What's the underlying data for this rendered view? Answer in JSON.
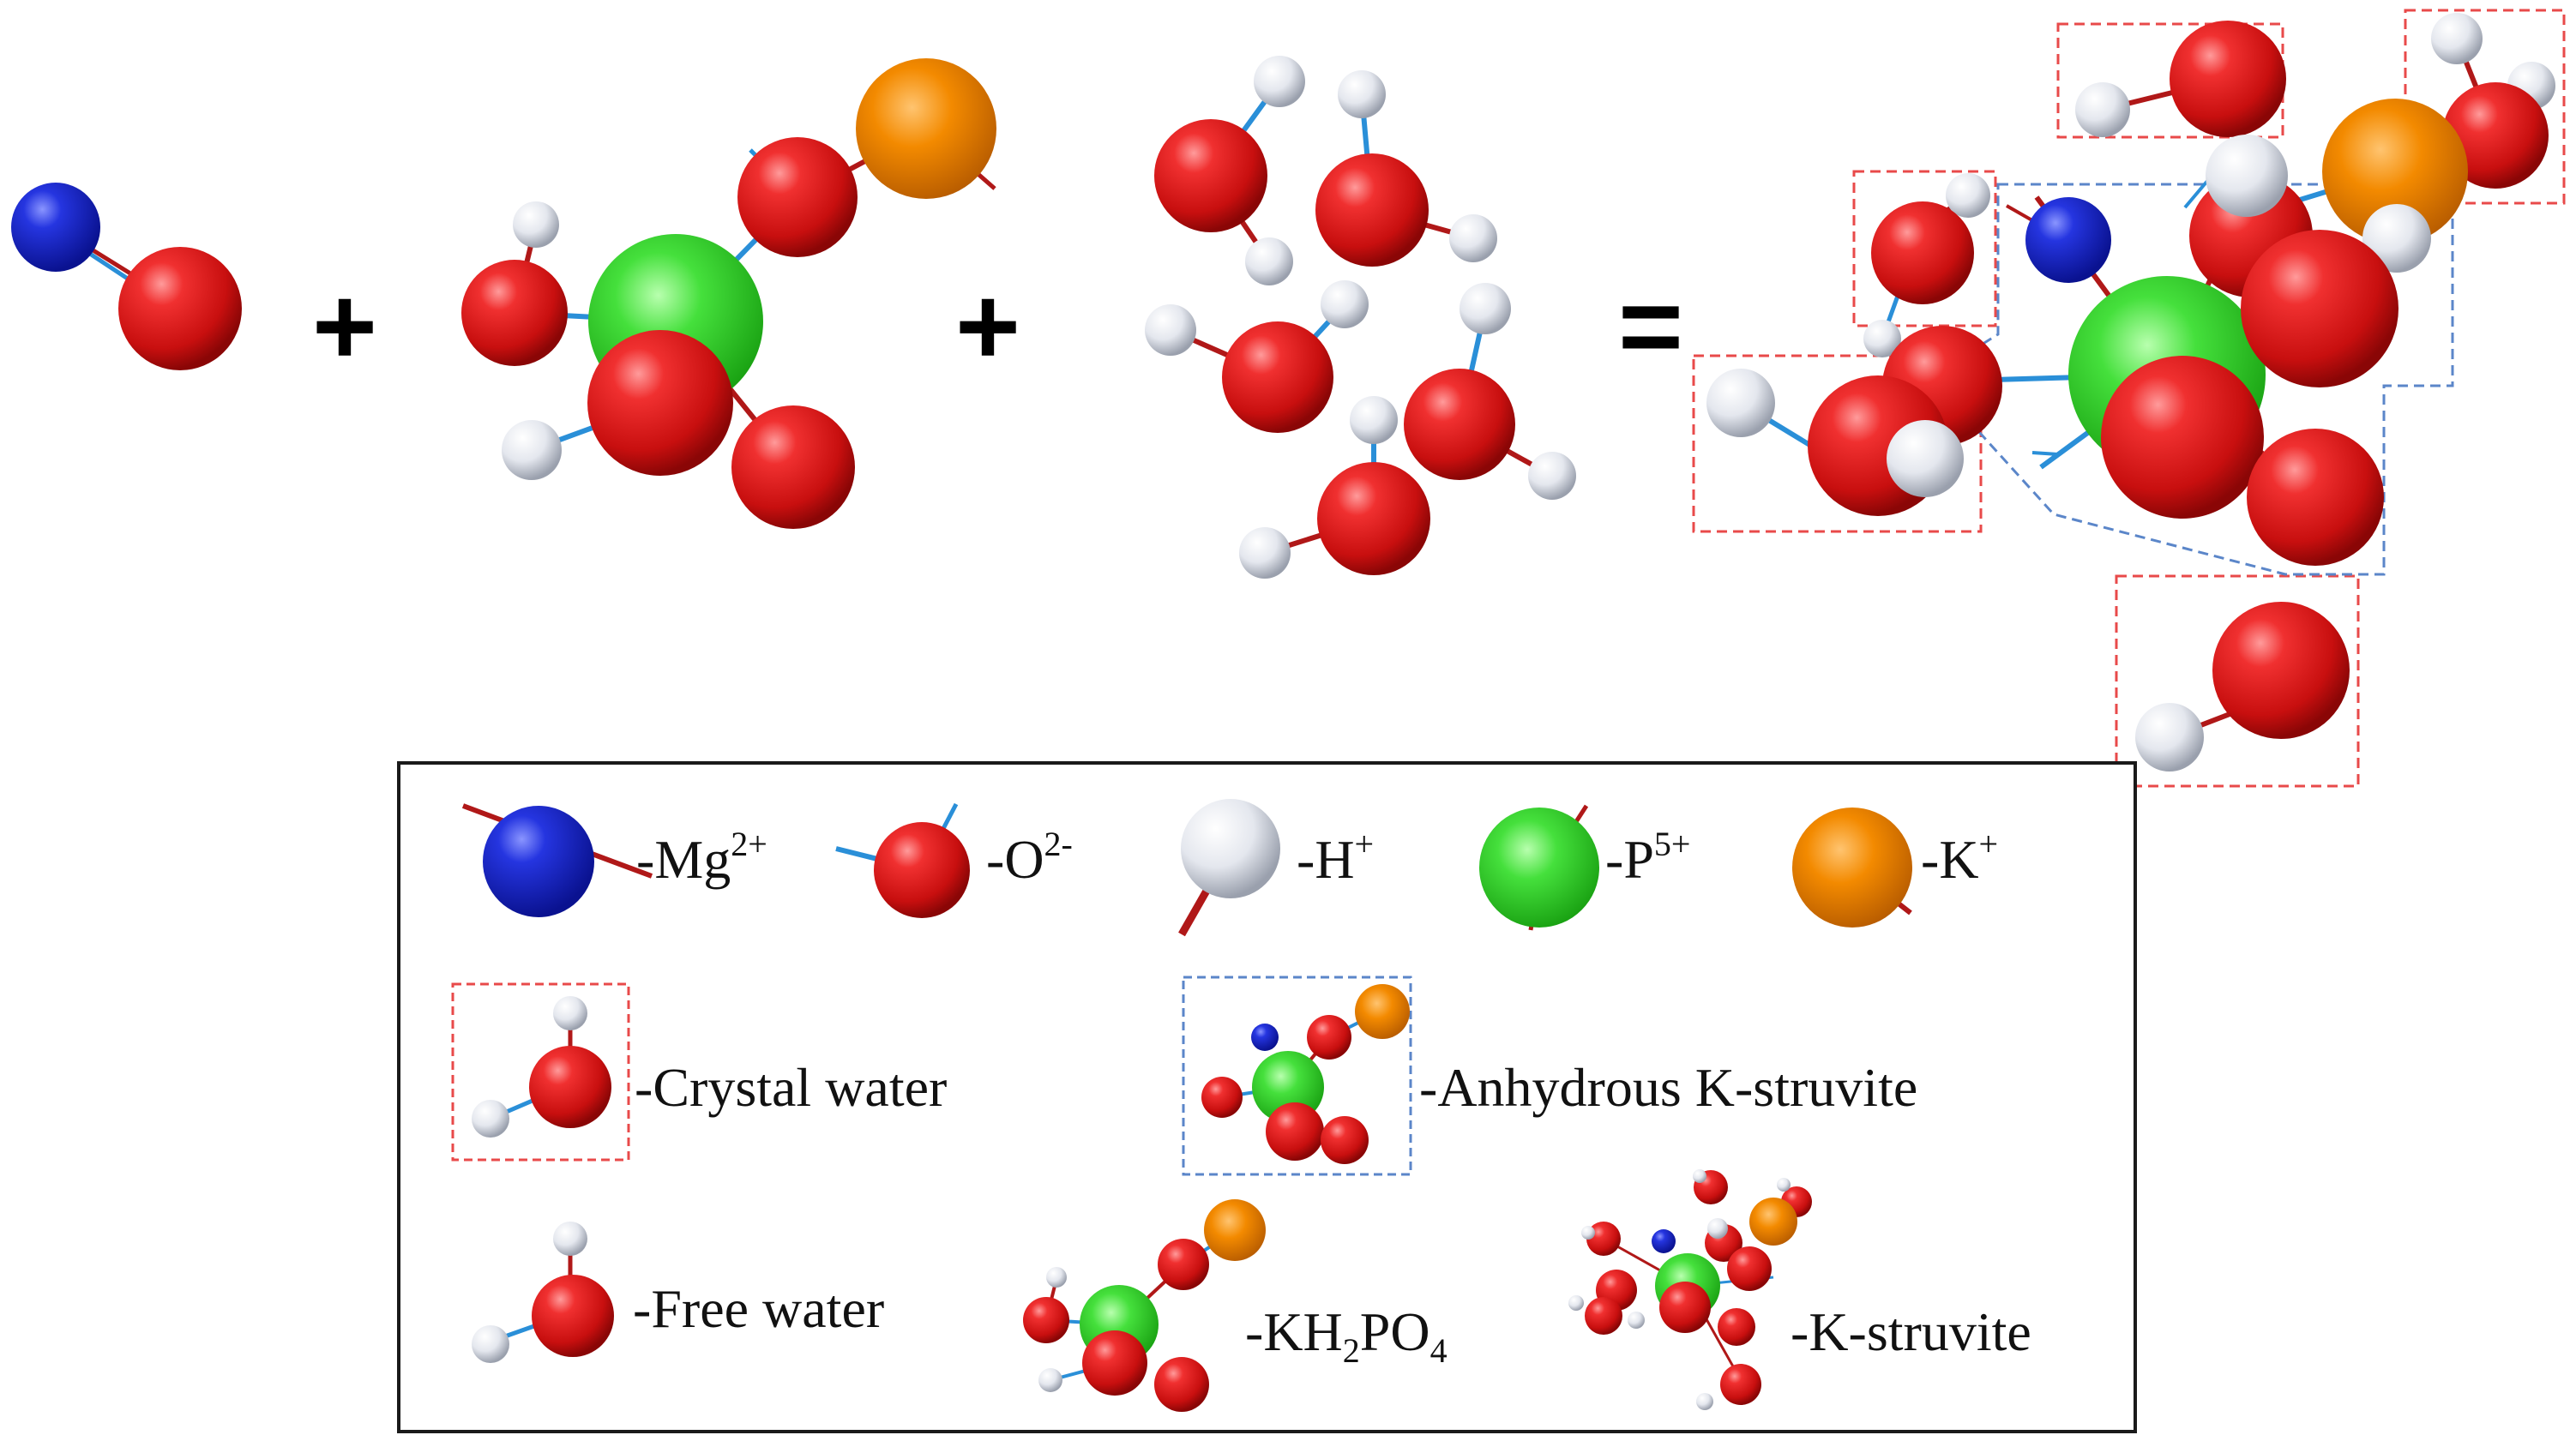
{
  "reaction": {
    "plus_1": "+",
    "plus_2": "+",
    "equals": "="
  },
  "colors": {
    "mg": "#1a2fd6",
    "o": "#e01a1a",
    "h": "#e6e9ef",
    "p": "#3fd83a",
    "k": "#f08a00",
    "crystal_box": "#e84a4a",
    "anhydrous_box": "#5b86c9",
    "bond_red": "#b01818",
    "bond_blue": "#2a8fd8"
  },
  "legend": {
    "mg": {
      "base": "-Mg",
      "sup": "2+"
    },
    "o": {
      "base": "-O",
      "sup": "2-"
    },
    "h": {
      "base": "-H",
      "sup": "+"
    },
    "p": {
      "base": "-P",
      "sup": "5+"
    },
    "k": {
      "base": "-K",
      "sup": "+"
    },
    "crystal_water": "-Crystal water",
    "anhydrous": "-Anhydrous K-struvite",
    "free_water": "-Free water",
    "kh2po4": {
      "a": "-KH",
      "s1": "2",
      "b": "PO",
      "s2": "4"
    },
    "k_struvite": "-K-struvite"
  }
}
